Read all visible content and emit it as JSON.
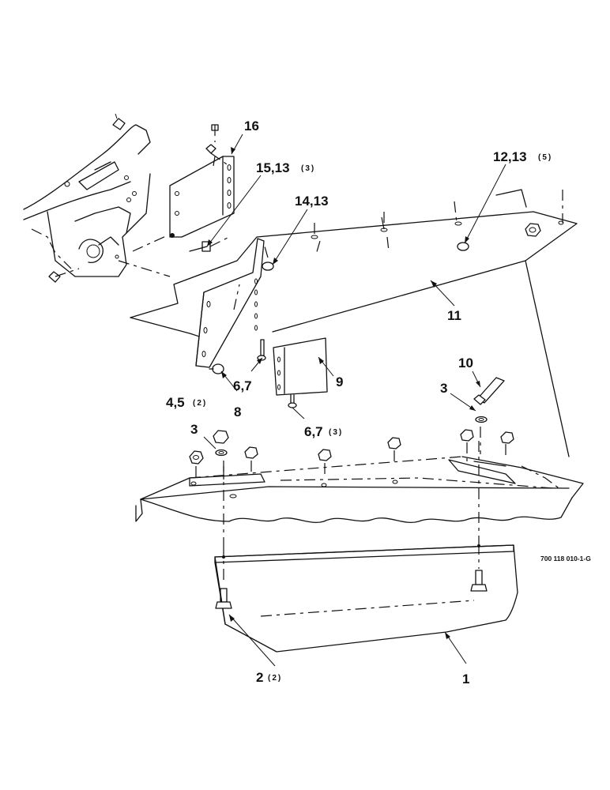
{
  "figure_number": "700 118 010-1-G",
  "callouts": [
    {
      "id": "c1",
      "label": "1",
      "qty": ""
    },
    {
      "id": "c2",
      "label": "2",
      "qty": "(2)"
    },
    {
      "id": "c3a",
      "label": "3",
      "qty": ""
    },
    {
      "id": "c3b",
      "label": "3",
      "qty": ""
    },
    {
      "id": "c45",
      "label": "4,5",
      "qty": "(2)"
    },
    {
      "id": "c67a",
      "label": "6,7",
      "qty": ""
    },
    {
      "id": "c67b",
      "label": "6,7",
      "qty": "(3)"
    },
    {
      "id": "c8",
      "label": "8",
      "qty": ""
    },
    {
      "id": "c9",
      "label": "9",
      "qty": ""
    },
    {
      "id": "c10",
      "label": "10",
      "qty": ""
    },
    {
      "id": "c11",
      "label": "11",
      "qty": ""
    },
    {
      "id": "c1213",
      "label": "12,13",
      "qty": "(5)"
    },
    {
      "id": "c1413",
      "label": "14,13",
      "qty": ""
    },
    {
      "id": "c1513",
      "label": "15,13",
      "qty": "(3)"
    },
    {
      "id": "c16",
      "label": "16",
      "qty": ""
    }
  ]
}
